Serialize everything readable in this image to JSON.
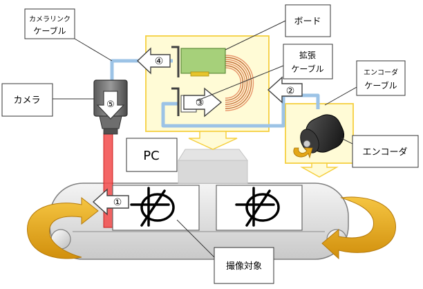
{
  "labels": {
    "camera_link_cable_line1": "カメラリンク",
    "camera_link_cable_line2": "ケーブル",
    "board": "ボード",
    "extension_cable_line1": "拡張",
    "extension_cable_line2": "ケーブル",
    "encoder_cable_line1": "エンコーダ",
    "encoder_cable_line2": "ケーブル",
    "camera": "カメラ",
    "pc": "PC",
    "encoder": "エンコーダ",
    "target": "撮像対象"
  },
  "steps": {
    "step1": "①",
    "step2": "②",
    "step3": "③",
    "step4": "④",
    "step5": "⑤"
  },
  "colors": {
    "highlight_fill": "#fffbd6",
    "highlight_stroke": "#f5cf3f",
    "cable_blue": "#9cc3e6",
    "gold_arrow": "#e3a617",
    "laser_red": "#f24b4b",
    "board_green": "#a6d07a",
    "pc_gray": "#d9d9d9"
  }
}
